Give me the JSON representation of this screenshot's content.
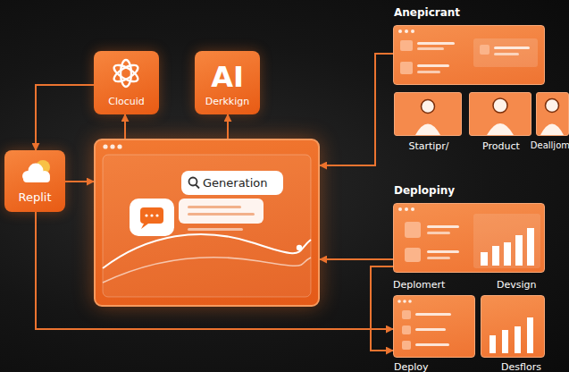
{
  "diagram": {
    "nodes": [
      {
        "text": [
          "Clocuid"
        ]
      },
      {
        "text": [
          "AI",
          "Derkkign"
        ]
      },
      {
        "text": [
          "Anepicrant"
        ]
      },
      {
        "text": [
          "Startipr/"
        ]
      },
      {
        "text": [
          "Product"
        ]
      },
      {
        "text": [
          "Dealljom"
        ]
      },
      {
        "text": [
          "Replit"
        ]
      },
      {
        "text": [
          "Generation"
        ]
      },
      {
        "text": [
          "Deplopiny"
        ]
      },
      {
        "text": [
          "Deploy"
        ]
      },
      {
        "text": [
          "Desflors"
        ]
      }
    ],
    "edges": [
      {
        "from": 0,
        "to": 6,
        "arrow": "to"
      },
      {
        "from": 7,
        "to": 0,
        "arrow": "to"
      },
      {
        "from": 7,
        "to": 1,
        "arrow": "to"
      },
      {
        "from": 6,
        "to": 7,
        "arrow": "to"
      },
      {
        "from": 2,
        "to": 7,
        "arrow": "to"
      },
      {
        "from": 8,
        "to": 7,
        "arrow": "to"
      },
      {
        "from": 6,
        "to": 9,
        "arrow": "to"
      },
      {
        "from": 8,
        "to": 9,
        "arrow": "to"
      }
    ],
    "labels": [
      "Deplomert",
      "Devsign"
    ]
  }
}
